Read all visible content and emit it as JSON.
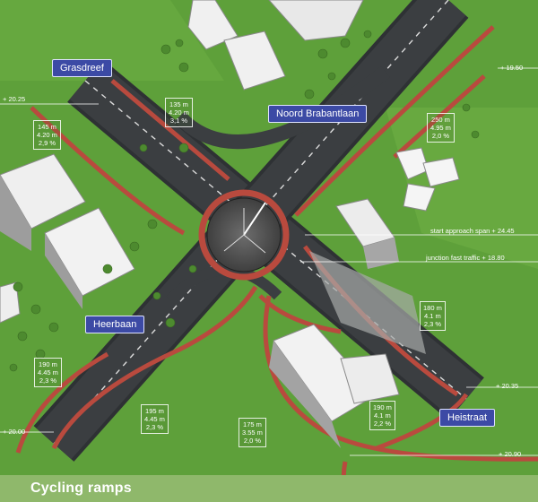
{
  "road_labels": {
    "gasdreef": "Grasdreef",
    "noord_brabantlaan": "Noord Brabantlaan",
    "heerbaan": "Heerbaan",
    "heistraat": "Heistraat"
  },
  "ramps": [
    {
      "length": "135 m",
      "height": "4.20 m",
      "slope": "3,1 %"
    },
    {
      "length": "145 m",
      "height": "4.20 m",
      "slope": "2,9 %"
    },
    {
      "length": "250 m",
      "height": "4.95 m",
      "slope": "2,0 %"
    },
    {
      "length": "180 m",
      "height": "4.1 m",
      "slope": "2,3 %"
    },
    {
      "length": "190 m",
      "height": "4.45 m",
      "slope": "2,3 %"
    },
    {
      "length": "195 m",
      "height": "4.45 m",
      "slope": "2,3 %"
    },
    {
      "length": "175 m",
      "height": "3.55 m",
      "slope": "2,0 %"
    },
    {
      "length": "190 m",
      "height": "4.1 m",
      "slope": "2,2 %"
    }
  ],
  "elevations": {
    "nw": "+ 20.25",
    "ne": "+ 19.50",
    "approach_span": "start approach span + 24.45",
    "junction_fast_traffic": "junction fast traffic + 18.80",
    "e": "+ 20.35",
    "sw": "+ 20.00",
    "se": "+ 20.90"
  },
  "footer": {
    "title": "Cycling ramps"
  },
  "colors": {
    "grass": "#5ea03a",
    "road": "#3a3d40",
    "cycle_path": "#b94a3e",
    "label_bg": "#3c4aa5",
    "footer_bg": "#8fb86b"
  }
}
